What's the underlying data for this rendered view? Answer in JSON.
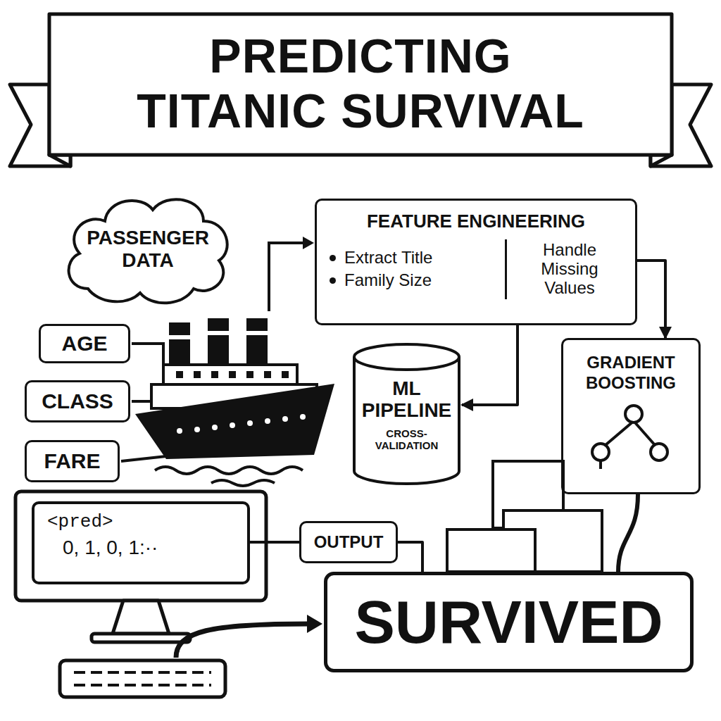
{
  "diagram": {
    "title": "PREDICTING TITANIC SURVIVAL",
    "nodes": [
      {
        "text": [
          "PASSENGER DATA"
        ]
      },
      {
        "text": [
          "FEATURE ENGINEERING",
          "Extract Title",
          "Family Size",
          "Handle Missing Values"
        ]
      },
      {
        "text": [
          "AGE"
        ]
      },
      {
        "text": [
          "CLASS"
        ]
      },
      {
        "text": [
          "FARE"
        ]
      },
      {
        "text": [
          "ML PIPELINE",
          "CROSS-VALIDATION"
        ]
      },
      {
        "text": [
          "GRADIENT BOOSTING"
        ]
      },
      {
        "text": [
          "<pred>",
          "0, 1, 0, 1:··"
        ]
      },
      {
        "text": [
          "OUTPUT"
        ]
      },
      {
        "text": [
          "SURVIVED"
        ]
      }
    ],
    "edges": [
      {
        "from": 1,
        "to": 5,
        "arrow": "to"
      },
      {
        "from": 1,
        "to": 6,
        "arrow": "to"
      },
      {
        "from": 6,
        "to": 9,
        "arrow": "none"
      },
      {
        "from": 7,
        "to": 8,
        "arrow": "none"
      },
      {
        "from": 8,
        "to": 9,
        "arrow": "none"
      }
    ]
  }
}
